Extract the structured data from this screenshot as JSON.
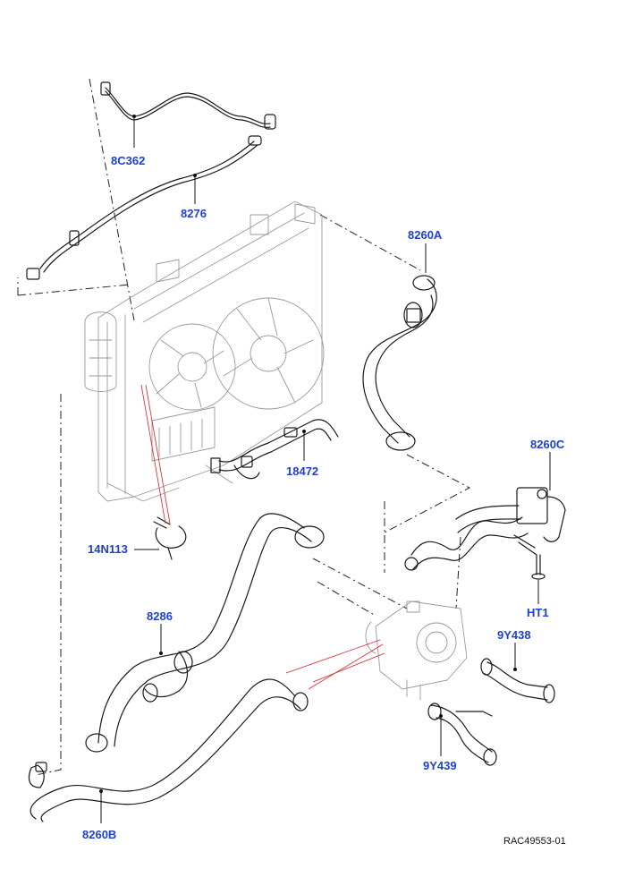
{
  "callouts": {
    "c8C362": "8C362",
    "c8276": "8276",
    "c8260A": "8260A",
    "c8260C": "8260C",
    "c18472": "18472",
    "c14N113": "14N113",
    "c8286": "8286",
    "cHT1": "HT1",
    "c9Y438": "9Y438",
    "c9Y439": "9Y439",
    "c8260B": "8260B"
  },
  "reference": "RAC49553-01",
  "colors": {
    "callout": "#1f3fd0",
    "leader_red": "#e0202a",
    "line": "#1a1a1a"
  }
}
